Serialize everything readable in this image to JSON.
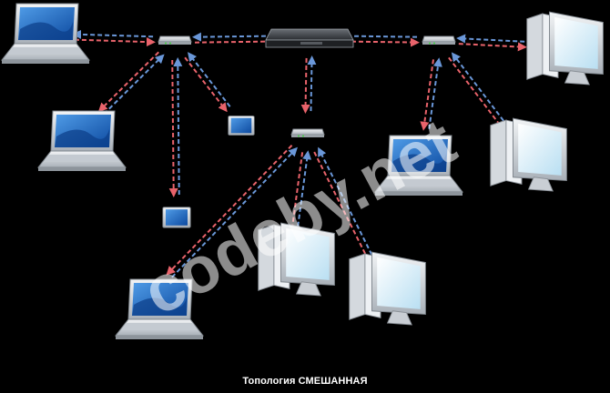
{
  "caption": "Топология СМЕШАННАЯ",
  "watermark": "codeby.net",
  "colors": {
    "background": "#000000",
    "arrow_red": "#e9636b",
    "arrow_blue": "#6a97d8",
    "device_silver": "#d8dde3",
    "screen_blue": "#1e63b5",
    "watermark": "#ffffff"
  },
  "devices": [
    {
      "id": "laptop-top-left",
      "type": "laptop"
    },
    {
      "id": "laptop-mid-left",
      "type": "laptop"
    },
    {
      "id": "laptop-bottom-center",
      "type": "laptop"
    },
    {
      "id": "laptop-right",
      "type": "laptop"
    },
    {
      "id": "tablet-top",
      "type": "tablet"
    },
    {
      "id": "tablet-bottom",
      "type": "tablet"
    },
    {
      "id": "desktop-top-right",
      "type": "desktop"
    },
    {
      "id": "desktop-right-mid",
      "type": "desktop"
    },
    {
      "id": "desktop-bottom-center",
      "type": "desktop"
    },
    {
      "id": "desktop-bottom-right",
      "type": "desktop"
    },
    {
      "id": "hub-left",
      "type": "hub"
    },
    {
      "id": "hub-center",
      "type": "hub"
    },
    {
      "id": "hub-right",
      "type": "hub"
    },
    {
      "id": "switch-main",
      "type": "switch"
    }
  ],
  "links": [
    {
      "from": "laptop-top-left",
      "to": "hub-left"
    },
    {
      "from": "hub-left",
      "to": "switch-main"
    },
    {
      "from": "switch-main",
      "to": "hub-right"
    },
    {
      "from": "hub-right",
      "to": "desktop-top-right"
    },
    {
      "from": "hub-left",
      "to": "laptop-mid-left"
    },
    {
      "from": "hub-left",
      "to": "tablet-top"
    },
    {
      "from": "hub-left",
      "to": "tablet-bottom"
    },
    {
      "from": "switch-main",
      "to": "hub-center"
    },
    {
      "from": "hub-right",
      "to": "laptop-right"
    },
    {
      "from": "hub-right",
      "to": "desktop-right-mid"
    },
    {
      "from": "hub-center",
      "to": "laptop-bottom-center"
    },
    {
      "from": "hub-center",
      "to": "desktop-bottom-center"
    },
    {
      "from": "hub-center",
      "to": "desktop-bottom-right"
    }
  ]
}
